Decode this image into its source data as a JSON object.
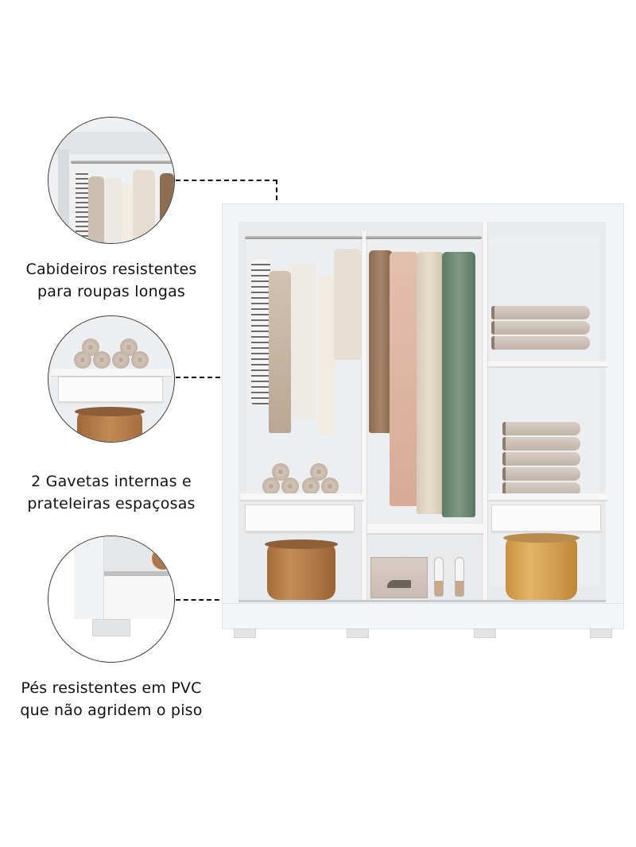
{
  "features": [
    {
      "id": "hanger-rods",
      "caption_lines": [
        "Cabideiros resistentes",
        "para roupas longas"
      ],
      "detail_image": "hanging-rod-closeup"
    },
    {
      "id": "drawers-shelves",
      "caption_lines": [
        "2 Gavetas internas e",
        "prateleiras espaçosas"
      ],
      "detail_image": "drawer-and-shelf-closeup"
    },
    {
      "id": "pvc-feet",
      "caption_lines": [
        "Pés resistentes em PVC",
        "que não agridem o piso"
      ],
      "detail_image": "pvc-foot-closeup"
    }
  ],
  "product": {
    "name": "wardrobe-interior-view",
    "colors": {
      "body": "#f3f4f5",
      "interior": "#e9eaec",
      "leader_line": "#111111",
      "caption_text": "#111111"
    }
  }
}
